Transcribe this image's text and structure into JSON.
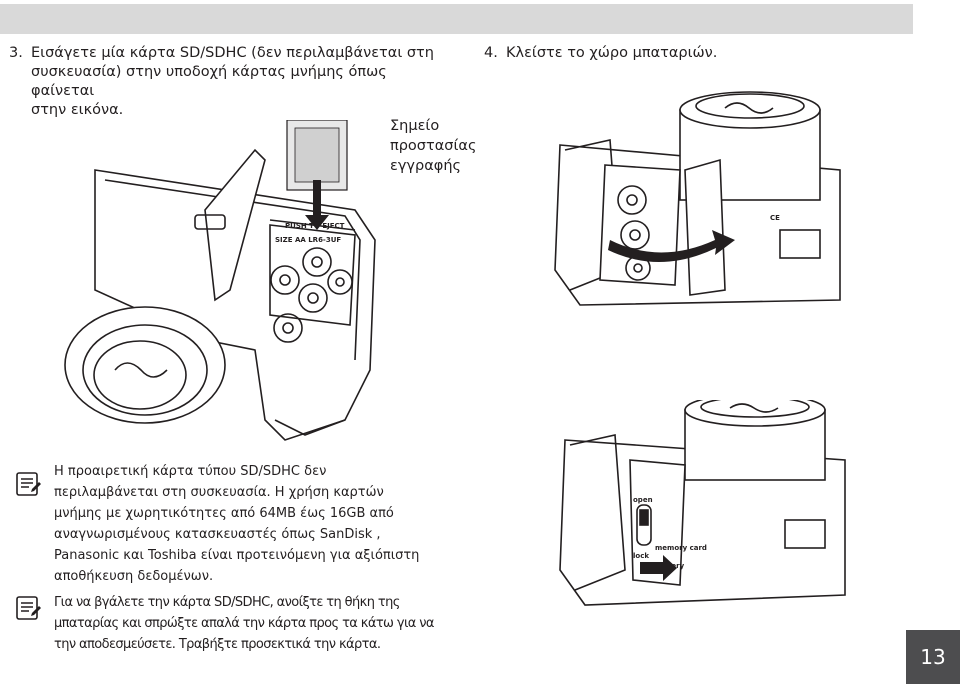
{
  "header": {
    "bar_color": "#d9d9d9"
  },
  "steps": [
    {
      "number": "3.",
      "line1": "Εισάγετε μία κάρτα SD/SDHC (δεν περιλαμβάνεται στη",
      "line2": "συσκευασία) στην υποδοχή κάρτας μνήμης όπως φαίνεται",
      "line3": "στην εικόνα."
    },
    {
      "number": "4.",
      "text": "Κλείστε το χώρο μπαταριών."
    }
  ],
  "callout": {
    "line1": "Σημείο",
    "line2": "προστασίας",
    "line3": "εγγραφής"
  },
  "figure_labels": {
    "push_to_eject": "PUSH TO EJECT",
    "size": "SIZE AA LR6-3UF",
    "battery": "battery",
    "memory_card": "memory card",
    "lock": "lock",
    "open": "open"
  },
  "notes": [
    {
      "icon": "note-icon",
      "lines": [
        "Η προαιρετική κάρτα τύπου SD/SDHC δεν",
        "περιλαμβάνεται στη συσκευασία. Η χρήση καρτών",
        "μνήμης με χωρητικότητες από 64MB έως 16GB από",
        "αναγνωρισμένους κατασκευαστές όπως SanDisk ,",
        "Panasonic και Toshiba είναι προτεινόμενη για αξιόπιστη",
        "αποθήκευση δεδομένων."
      ]
    },
    {
      "icon": "note-icon",
      "lines": [
        "Για να βγάλετε την κάρτα SD/SDHC, ανοίξτε τη θήκη της",
        "μπαταρίας και σπρώξτε απαλά την κάρτα προς τα κάτω για να",
        "την αποδεσμεύσετε. Τραβήξτε προσεκτικά την κάρτα."
      ]
    }
  ],
  "page": {
    "number": "13",
    "box_color": "#4d4d4f"
  }
}
